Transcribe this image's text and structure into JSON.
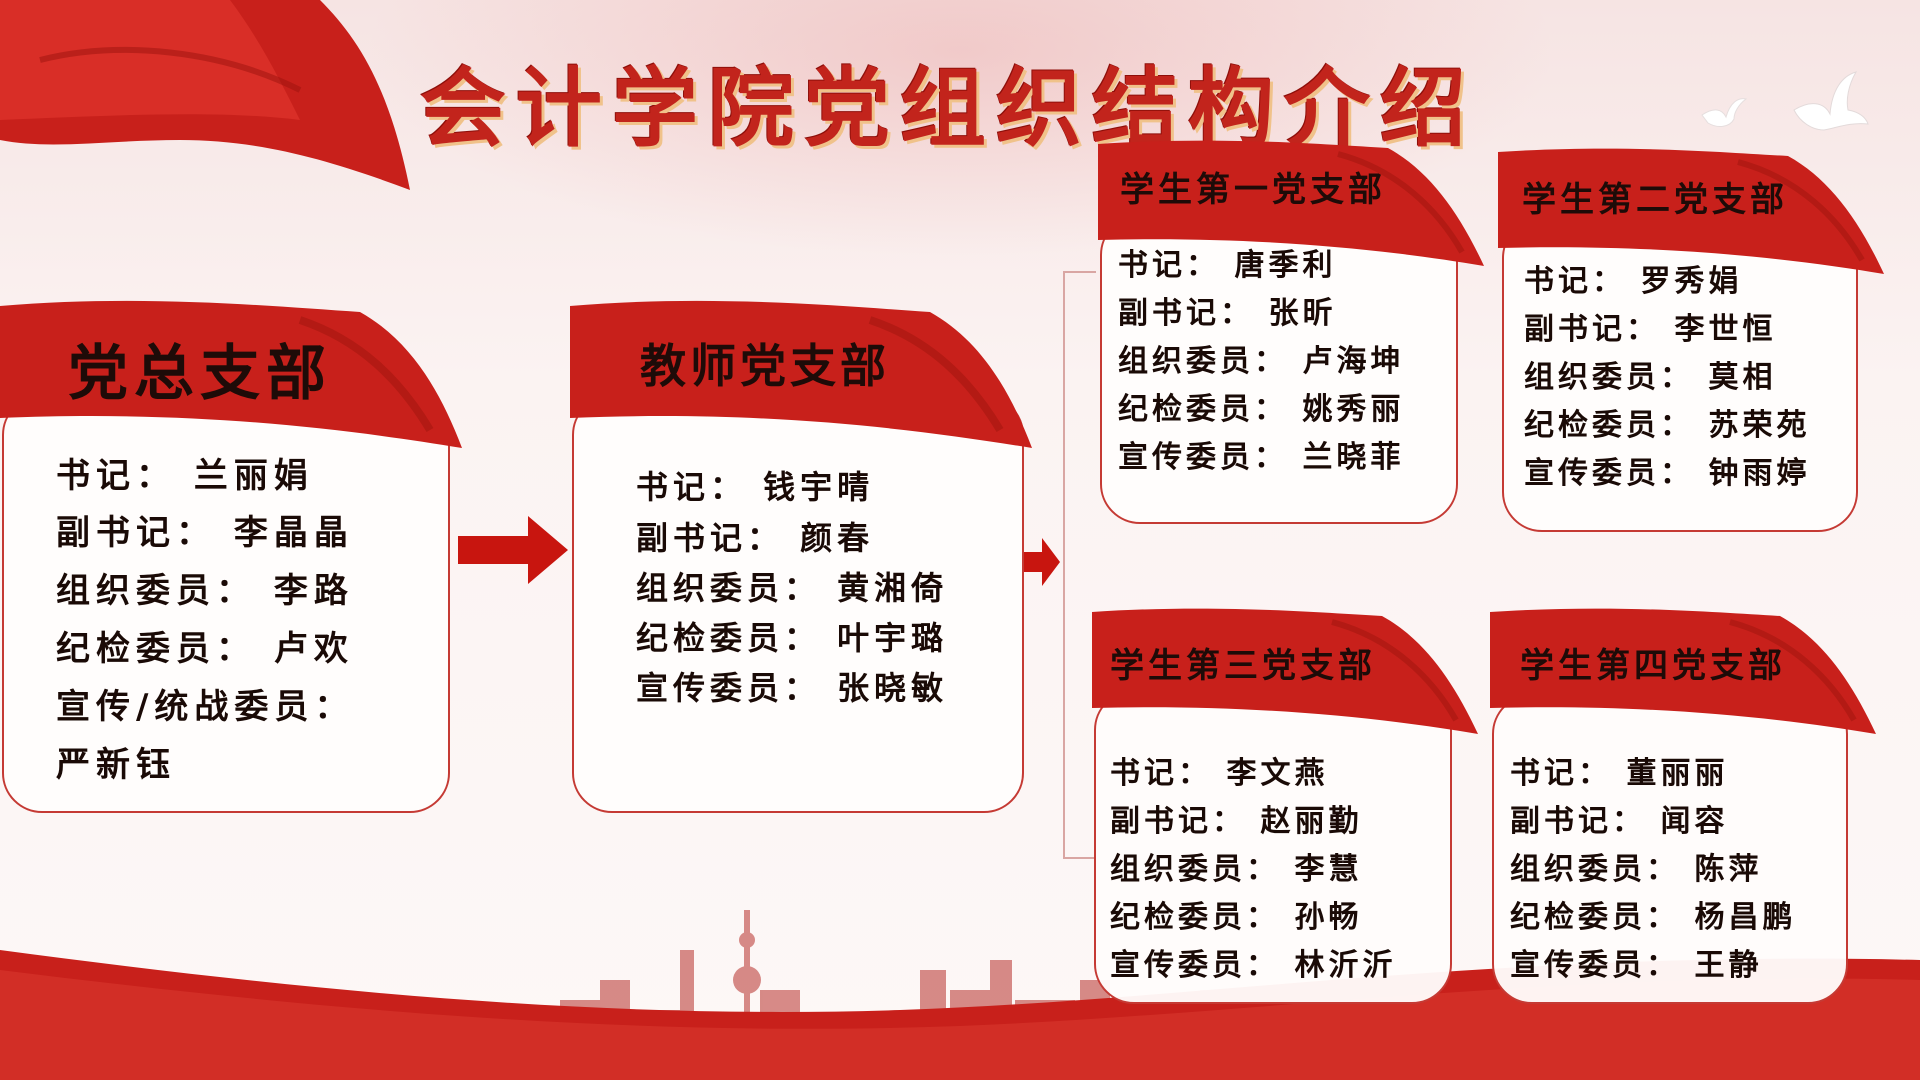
{
  "title": "会计学院党组织结构介绍",
  "colors": {
    "accent": "#c2241c",
    "ribbon": "#c8201b",
    "border": "#c53a34"
  },
  "general": {
    "name": "党总支部",
    "lines": [
      "书记：  兰丽娟",
      "副书记：  李晶晶",
      "组织委员：  李路",
      "纪检委员：  卢欢",
      "宣传/统战委员：",
      "严新钰"
    ]
  },
  "teacher": {
    "name": "教师党支部",
    "lines": [
      "书记：  钱宇晴",
      "副书记：  颜春",
      "组织委员：  黄湘倚",
      "纪检委员：  叶宇璐",
      "宣传委员：  张晓敏"
    ]
  },
  "student1": {
    "name": "学生第一党支部",
    "lines": [
      "书记：  唐季利",
      "副书记：  张昕",
      "组织委员：  卢海坤",
      "纪检委员：  姚秀丽",
      "宣传委员：  兰晓菲"
    ]
  },
  "student2": {
    "name": "学生第二党支部",
    "lines": [
      "书记：  罗秀娟",
      "副书记：  李世恒",
      "组织委员：  莫相",
      "纪检委员：  苏荣苑",
      "宣传委员：  钟雨婷"
    ]
  },
  "student3": {
    "name": "学生第三党支部",
    "lines": [
      "书记：  李文燕",
      "副书记：  赵丽勤",
      "组织委员：  李慧",
      "纪检委员：  孙畅",
      "宣传委员：  林沂沂"
    ]
  },
  "student4": {
    "name": "学生第四党支部",
    "lines": [
      "书记：  董丽丽",
      "副书记：  闻容",
      "组织委员：  陈萍",
      "纪检委员：  杨昌鹏",
      "宣传委员：  王静"
    ]
  },
  "icons": [
    "flag-icon",
    "arrow-right-icon",
    "dove-icon",
    "city-skyline-icon"
  ]
}
